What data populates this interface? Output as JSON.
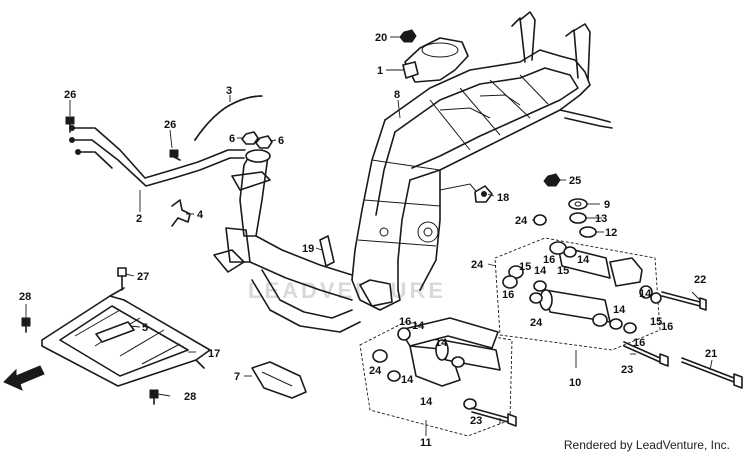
{
  "watermark": "LEADVENTURE",
  "credit": "Rendered by LeadVenture, Inc.",
  "callouts": [
    {
      "id": "c20",
      "text": "20"
    },
    {
      "id": "c1",
      "text": "1"
    },
    {
      "id": "c3",
      "text": "3"
    },
    {
      "id": "c8",
      "text": "8"
    },
    {
      "id": "c26a",
      "text": "26"
    },
    {
      "id": "c26b",
      "text": "26"
    },
    {
      "id": "c6a",
      "text": "6"
    },
    {
      "id": "c6b",
      "text": "6"
    },
    {
      "id": "c2",
      "text": "2"
    },
    {
      "id": "c4",
      "text": "4"
    },
    {
      "id": "c25",
      "text": "25"
    },
    {
      "id": "c18",
      "text": "18"
    },
    {
      "id": "c9",
      "text": "9"
    },
    {
      "id": "c24a",
      "text": "24"
    },
    {
      "id": "c13",
      "text": "13"
    },
    {
      "id": "c12",
      "text": "12"
    },
    {
      "id": "c19",
      "text": "19"
    },
    {
      "id": "c24b",
      "text": "24"
    },
    {
      "id": "c15a",
      "text": "15"
    },
    {
      "id": "c14a",
      "text": "14"
    },
    {
      "id": "c16a",
      "text": "16"
    },
    {
      "id": "c14b",
      "text": "14"
    },
    {
      "id": "c15b",
      "text": "15"
    },
    {
      "id": "c16b",
      "text": "16"
    },
    {
      "id": "c24c",
      "text": "24"
    },
    {
      "id": "c22",
      "text": "22"
    },
    {
      "id": "c27",
      "text": "27"
    },
    {
      "id": "c28a",
      "text": "28"
    },
    {
      "id": "c5",
      "text": "5"
    },
    {
      "id": "c16c",
      "text": "16"
    },
    {
      "id": "c14c",
      "text": "14"
    },
    {
      "id": "c14d",
      "text": "14"
    },
    {
      "id": "c14e",
      "text": "14"
    },
    {
      "id": "c15c",
      "text": "15"
    },
    {
      "id": "c16d",
      "text": "16"
    },
    {
      "id": "c16e",
      "text": "16"
    },
    {
      "id": "c14f",
      "text": "14"
    },
    {
      "id": "c17",
      "text": "17"
    },
    {
      "id": "c23a",
      "text": "23"
    },
    {
      "id": "c21",
      "text": "21"
    },
    {
      "id": "c7",
      "text": "7"
    },
    {
      "id": "c24d",
      "text": "24"
    },
    {
      "id": "c14g",
      "text": "14"
    },
    {
      "id": "c10",
      "text": "10"
    },
    {
      "id": "c28b",
      "text": "28"
    },
    {
      "id": "c14h",
      "text": "14"
    },
    {
      "id": "c23b",
      "text": "23"
    },
    {
      "id": "c11",
      "text": "11"
    }
  ]
}
